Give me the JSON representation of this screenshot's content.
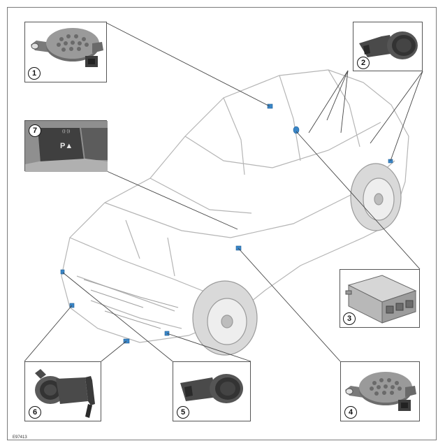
{
  "figure_id": "E97413",
  "callouts": [
    {
      "number": "1",
      "name": "parking-aid-sounder"
    },
    {
      "number": "2",
      "name": "rear-parking-sensors"
    },
    {
      "number": "3",
      "name": "parking-aid-module"
    },
    {
      "number": "4",
      "name": "parking-aid-sounder-front"
    },
    {
      "number": "5",
      "name": "front-parking-sensor-center"
    },
    {
      "number": "6",
      "name": "front-parking-sensor-outer"
    },
    {
      "number": "7",
      "name": "parking-aid-switch"
    }
  ],
  "switch_symbols": {
    "top_glyph": "((·))",
    "main_glyph": "P▲"
  },
  "colors": {
    "frame": "#7a7a7a",
    "leader_line": "#444444",
    "sensor_highlight": "#3a86c8",
    "part_dark": "#4a4a4a",
    "part_mid": "#8c8c8c",
    "car_outline": "#b5b5b5"
  }
}
